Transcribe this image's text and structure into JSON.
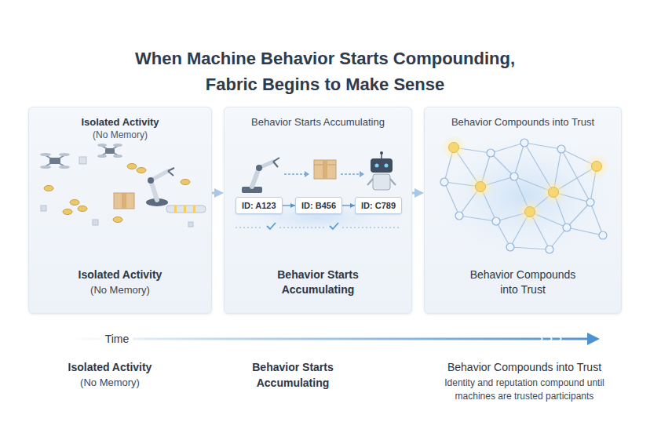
{
  "diagram": {
    "title": "When Machine Behavior Starts Compounding, Fabric Begins to Make Sense",
    "nodes": [
      {
        "text": [
          "Isolated Activity",
          "(No Memory)",
          "Isolated Activity",
          "(No Memory)"
        ]
      },
      {
        "text": [
          "Behavior Starts Accumulating",
          "Behavior Starts Accumulating"
        ]
      },
      {
        "text": [
          "ID: A123"
        ],
        "in": 1
      },
      {
        "text": [
          "ID: B456"
        ],
        "in": 1
      },
      {
        "text": [
          "ID: C789"
        ],
        "in": 1
      },
      {
        "text": [
          "Behavior Compounds into Trust",
          "Behavior Compounds into Trust"
        ]
      }
    ],
    "edges": [
      {
        "from": 0,
        "to": 1,
        "arrow": "to"
      },
      {
        "from": 1,
        "to": 5,
        "arrow": "to"
      },
      {
        "from": 2,
        "to": 3,
        "arrow": "to"
      },
      {
        "from": 3,
        "to": 4,
        "arrow": "to"
      }
    ],
    "labels": [
      "Time",
      "Isolated Activity",
      "(No Memory)",
      "Behavior Starts Accumulating",
      "Behavior Compounds into Trust",
      "Identity and reputation compound until machines are trusted participants"
    ]
  }
}
